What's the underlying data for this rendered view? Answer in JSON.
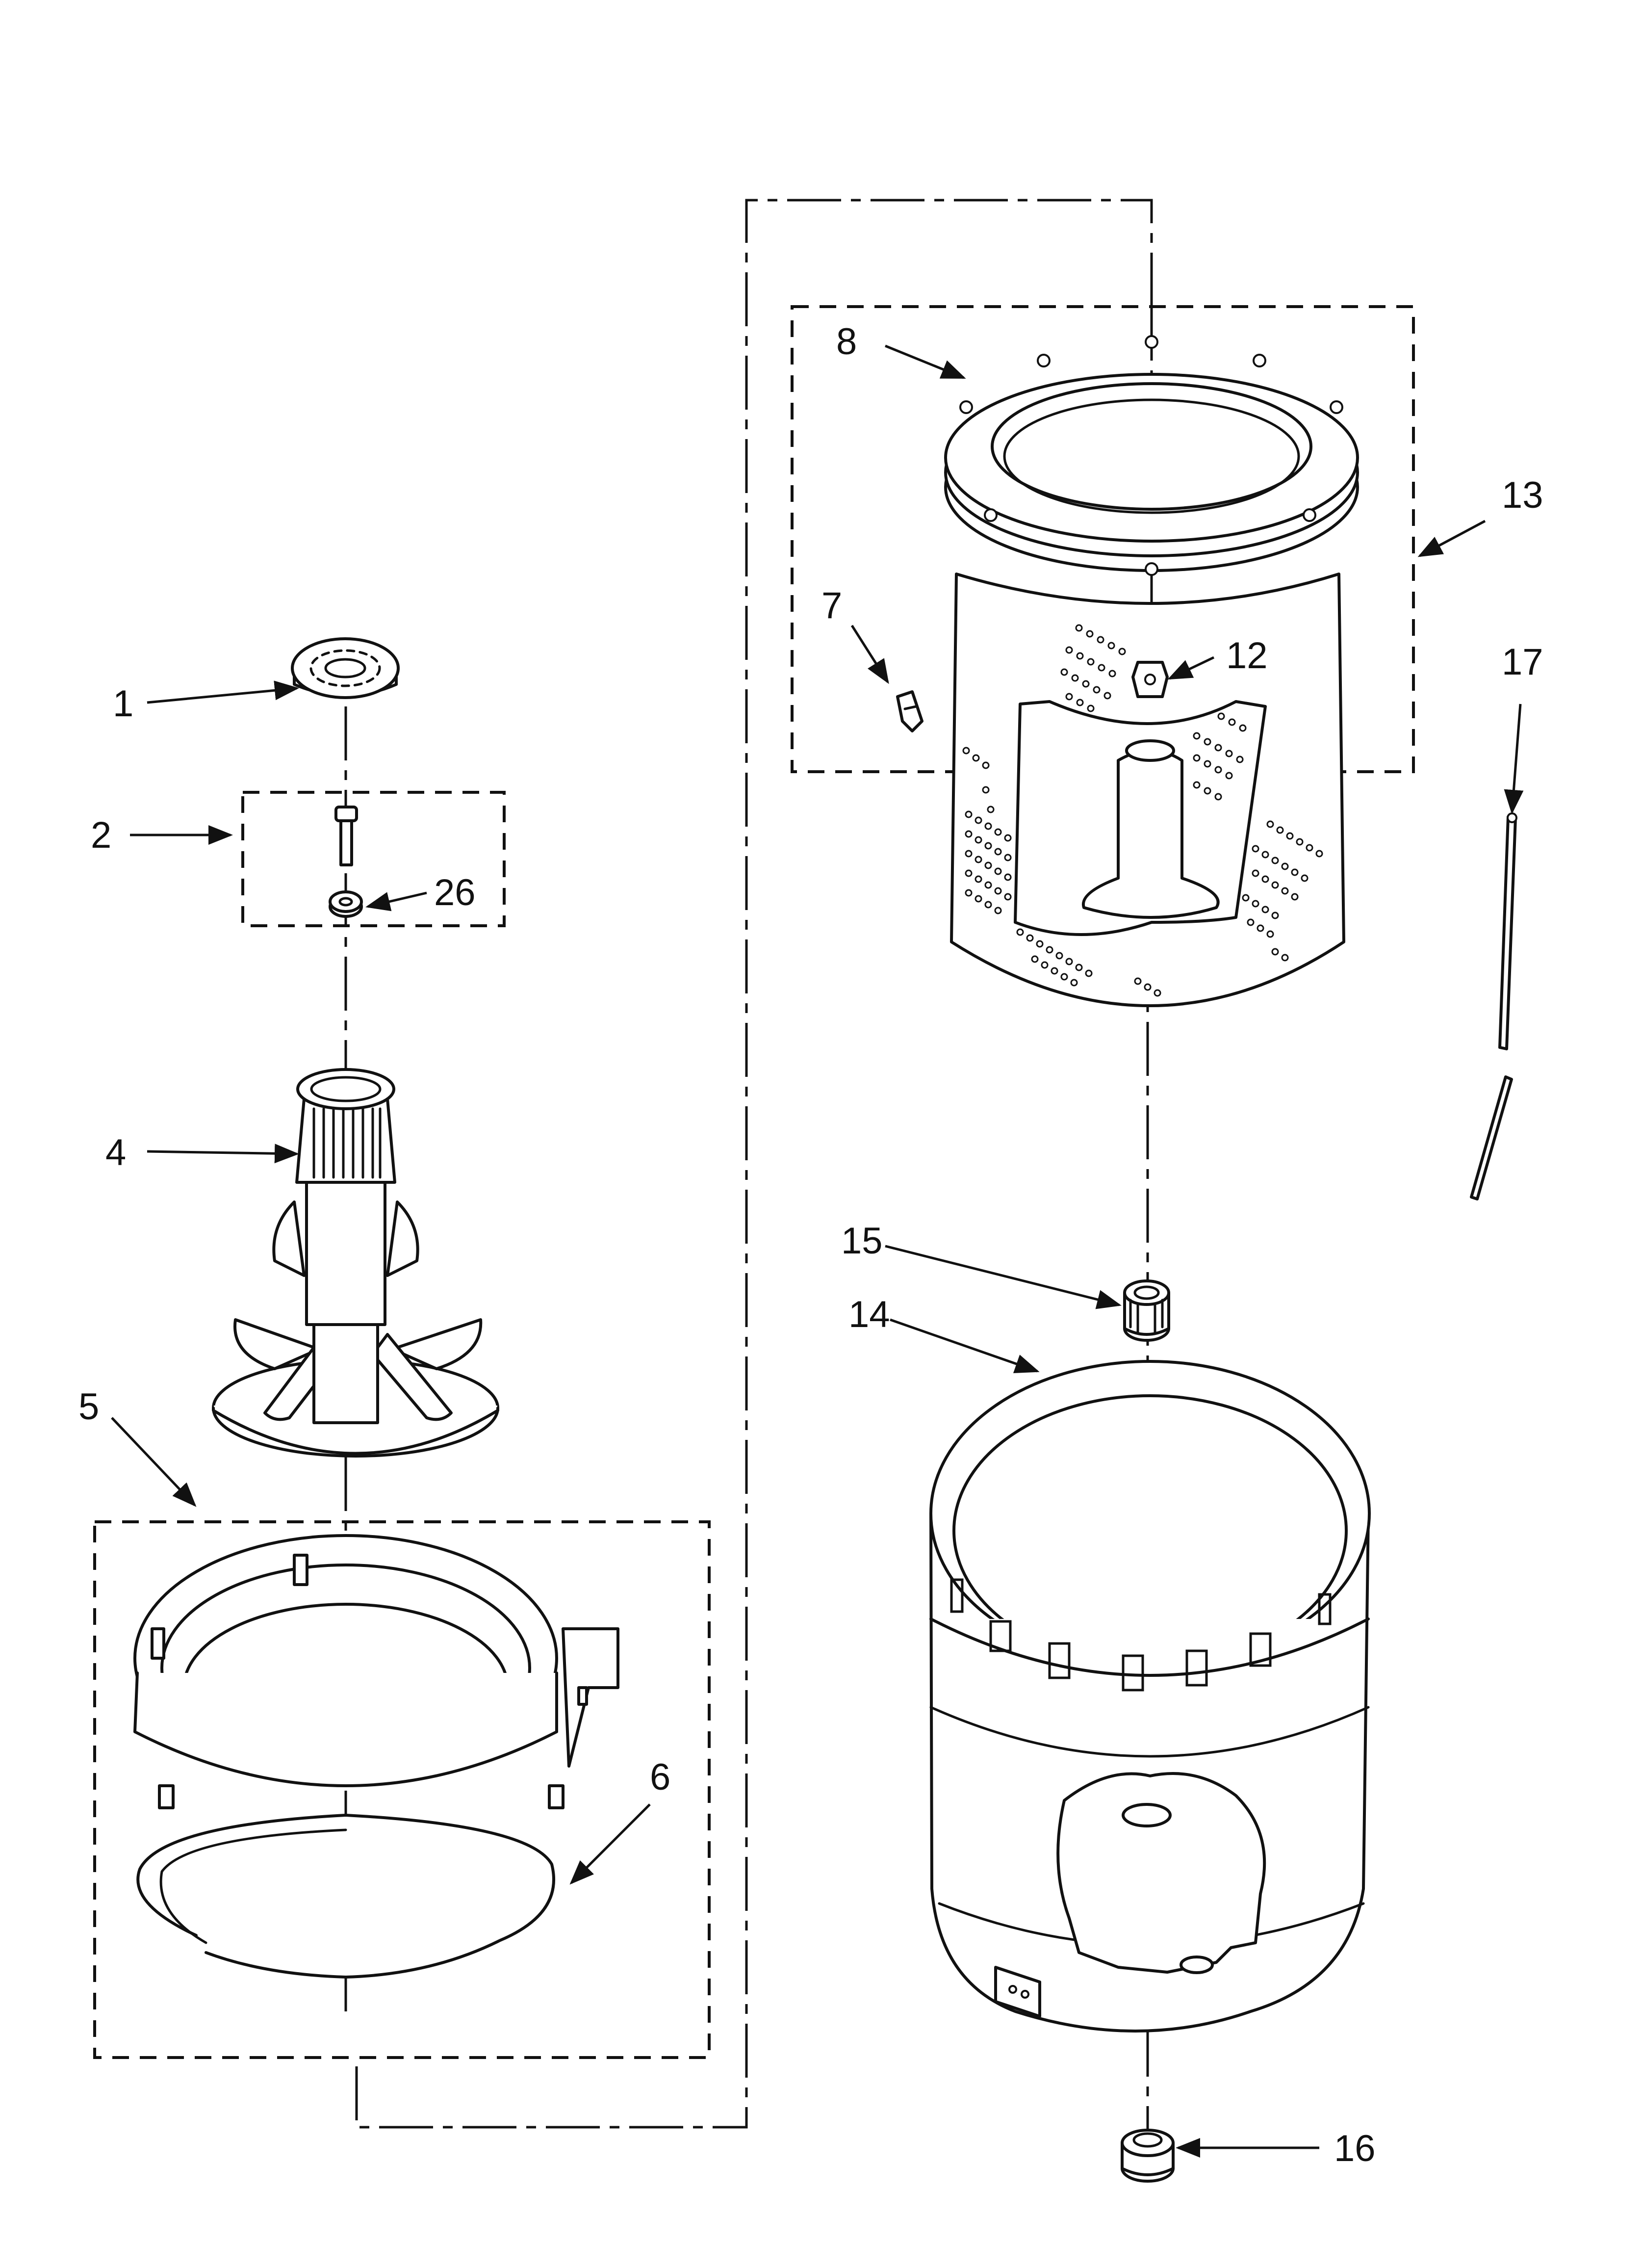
{
  "diagram": {
    "colors": {
      "line": "#111111",
      "background": "#ffffff"
    },
    "callouts": [
      {
        "id": "1",
        "text": "1"
      },
      {
        "id": "2",
        "text": "2"
      },
      {
        "id": "26",
        "text": "26"
      },
      {
        "id": "4",
        "text": "4"
      },
      {
        "id": "5",
        "text": "5"
      },
      {
        "id": "6",
        "text": "6"
      },
      {
        "id": "8",
        "text": "8"
      },
      {
        "id": "7",
        "text": "7"
      },
      {
        "id": "12",
        "text": "12"
      },
      {
        "id": "13",
        "text": "13"
      },
      {
        "id": "17",
        "text": "17"
      },
      {
        "id": "15",
        "text": "15"
      },
      {
        "id": "14",
        "text": "14"
      },
      {
        "id": "16",
        "text": "16"
      }
    ]
  }
}
